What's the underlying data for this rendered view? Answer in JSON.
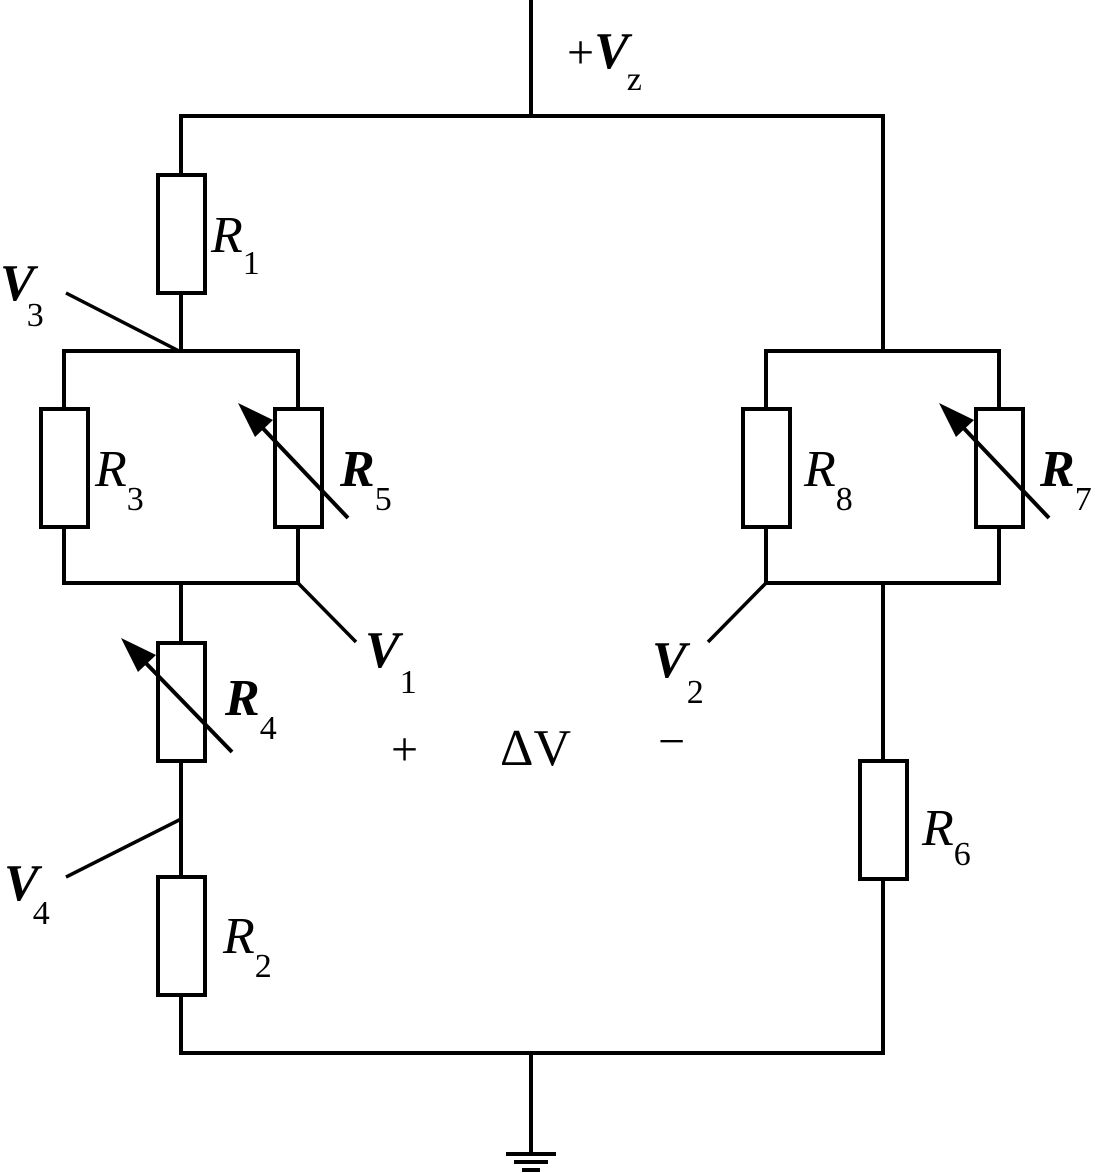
{
  "supply": {
    "sign": "+",
    "symbol": "V",
    "sub": "z"
  },
  "resistors": {
    "r1": {
      "symbol": "R",
      "sub": "1"
    },
    "r2": {
      "symbol": "R",
      "sub": "2"
    },
    "r3": {
      "symbol": "R",
      "sub": "3"
    },
    "r4": {
      "symbol": "R",
      "sub": "4"
    },
    "r5": {
      "symbol": "R",
      "sub": "5"
    },
    "r6": {
      "symbol": "R",
      "sub": "6"
    },
    "r7": {
      "symbol": "R",
      "sub": "7"
    },
    "r8": {
      "symbol": "R",
      "sub": "8"
    }
  },
  "nodes": {
    "v1": {
      "symbol": "V",
      "sub": "1"
    },
    "v2": {
      "symbol": "V",
      "sub": "2"
    },
    "v3": {
      "symbol": "V",
      "sub": "3"
    },
    "v4": {
      "symbol": "V",
      "sub": "4"
    }
  },
  "output": {
    "plus": "+",
    "delta": "ΔV",
    "minus": "−"
  }
}
